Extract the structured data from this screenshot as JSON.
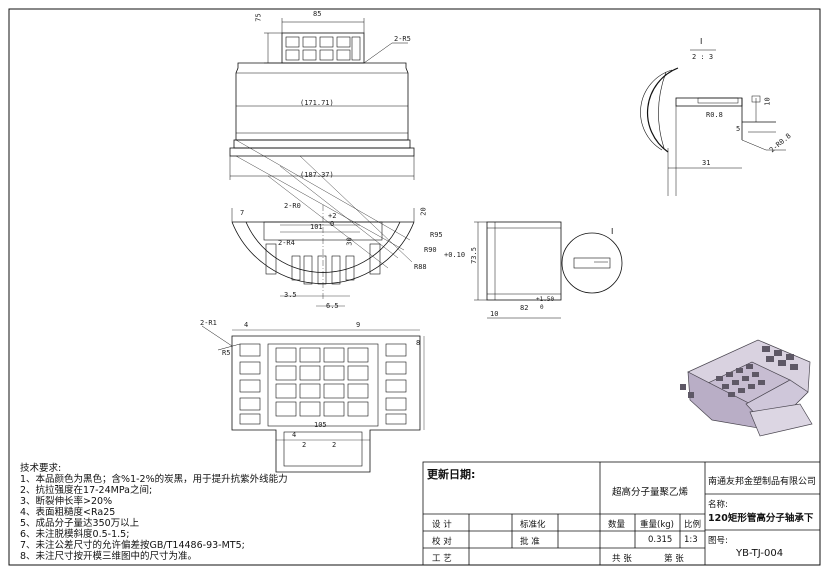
{
  "dims": {
    "top_width": "85",
    "top_chamfer": "2-R5",
    "top_height": "75",
    "body_width": "(171.71)",
    "flange_width": "(187.37)",
    "arc_chamfer": "2-R0",
    "arc_radius_top": "+2",
    "arc_radius_top2": "0",
    "arc_width": "101",
    "arc_d1": "R95",
    "arc_d2": "R90",
    "arc_d3": "R88",
    "arc_tol": "+0.10",
    "arc_left": "7",
    "arc_mid": "20",
    "arc_r": "2-R4",
    "arc_h": "30",
    "arc_bottom1": "3.5",
    "arc_bottom2": "6.5",
    "side_height": "73.5",
    "side_width": "82",
    "side_tol": "+1.50",
    "side_tol2": "0",
    "side_small": "10",
    "plan_chamfer": "2-R1",
    "plan_r": "R5",
    "plan_left": "4",
    "plan_top": "9",
    "plan_right": "8",
    "plan_bottom": "105",
    "plan_b1": "4",
    "plan_b2": "2",
    "plan_b3": "2"
  },
  "detail": {
    "label": "I",
    "scale": "2 : 3",
    "dim_r": "R0.8",
    "dim_10": "10",
    "dim_5": "5",
    "dim_31": "31",
    "dim_2r": "2-R0.8"
  },
  "side_callout": "I",
  "notes": {
    "title": "技术要求:",
    "items": [
      "1、本品颜色为黑色；含%1-2%的炭黑，用于提升抗紫外线能力",
      "2、抗拉强度在17-24MPa之间;",
      "3、断裂伸长率>20%",
      "4、表面粗糙度<Ra25",
      "5、成品分子量达350万以上",
      "6、未注脱模斜度0.5-1.5;",
      "7、未注公差尺寸的允许偏差按GB/T14486-93-MT5;",
      "8、未注尺寸按开模三维图中的尺寸为准。"
    ]
  },
  "title_block": {
    "update_date": "更新日期:",
    "material": "超高分子量聚乙烯",
    "company": "南通友邦金塑制品有限公司",
    "name_label": "名称:",
    "part_name": "120矩形管高分子轴承下",
    "drawing_no_label": "图号:",
    "drawing_no": "YB-TJ-004",
    "design": "设  计",
    "standardize": "标准化",
    "quantity": "数量",
    "weight": "重量(kg)",
    "ratio": "比例",
    "check": "校  对",
    "approve": "批  准",
    "weight_value": "0.315",
    "ratio_value": "1:3",
    "process": "工  艺",
    "total_sheets": "共  张",
    "sheet_no": "第  张"
  }
}
